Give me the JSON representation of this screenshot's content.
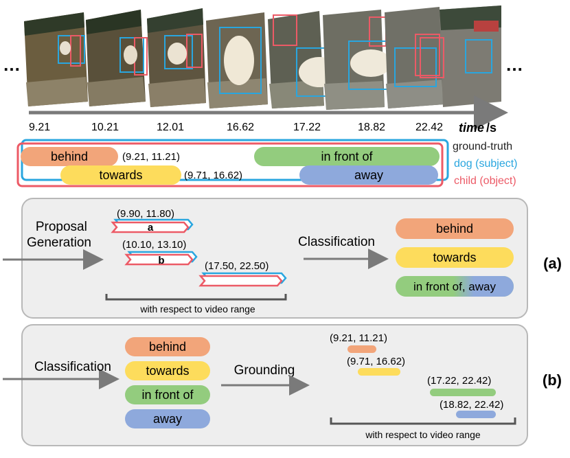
{
  "colors": {
    "behind": "#f2a57a",
    "towards": "#fddc5c",
    "in_front_of": "#93cc7e",
    "away": "#8ea9dc",
    "subject": "#29a6df",
    "object": "#ec5a66",
    "panel_bg": "#eeeeee",
    "panel_border": "#b8b8b8",
    "arrow": "#7a7a7a"
  },
  "timeline": {
    "ellipsis_left": "…",
    "ellipsis_right": "…",
    "ticks": [
      "9.21",
      "10.21",
      "12.01",
      "16.62",
      "17.22",
      "18.82",
      "22.42"
    ],
    "unit_label": "time",
    "unit_suffix": "/s"
  },
  "ground_truth": {
    "legend": [
      "ground-truth",
      "dog (subject)",
      "child (object)"
    ],
    "relations": [
      {
        "label": "behind",
        "range": "(9.21, 11.21)"
      },
      {
        "label": "towards",
        "range": "(9.71, 16.62)"
      },
      {
        "label": "in front of"
      },
      {
        "label": "away"
      }
    ]
  },
  "panel_a": {
    "tag": "(a)",
    "input_label": [
      "Proposal",
      "Generation"
    ],
    "proposals": [
      {
        "id": "a",
        "range": "(9.90, 11.80)"
      },
      {
        "id": "b",
        "range": "(10.10, 13.10)"
      },
      {
        "id": "",
        "range": "(17.50, 22.50)"
      }
    ],
    "step_label": "Classification",
    "outputs": [
      "behind",
      "towards",
      "in front of, away"
    ],
    "range_note": "with respect to video range"
  },
  "panel_b": {
    "tag": "(b)",
    "input_label": "Classification",
    "classes": [
      "behind",
      "towards",
      "in front of",
      "away"
    ],
    "step_label": "Grounding",
    "groundings": [
      {
        "relation": "behind",
        "range": "(9.21, 11.21)"
      },
      {
        "relation": "towards",
        "range": "(9.71, 16.62)"
      },
      {
        "relation": "in front of",
        "range": "(17.22, 22.42)"
      },
      {
        "relation": "away",
        "range": "(18.82, 22.42)"
      }
    ],
    "range_note": "with respect to video range"
  }
}
